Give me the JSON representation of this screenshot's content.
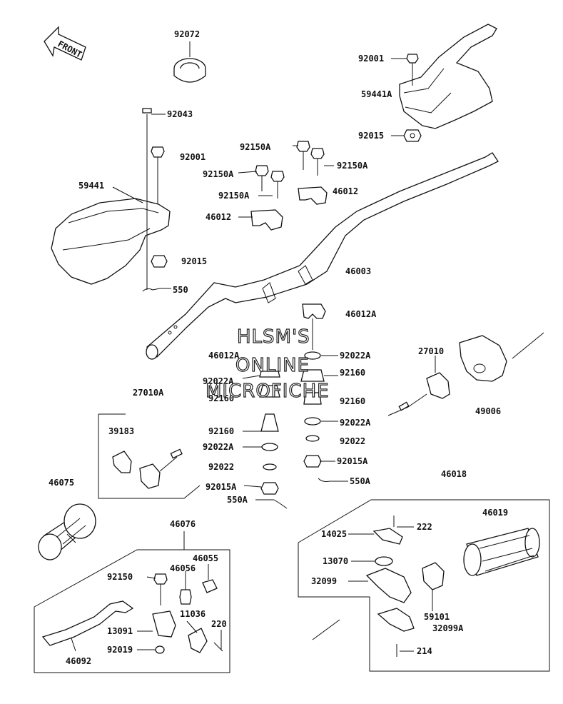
{
  "front_label": "FRONT",
  "watermark": [
    "HLSM'S",
    "ONLINE",
    "MICROFICHE"
  ],
  "labels": {
    "p92072": "92072",
    "p92001a": "92001",
    "p59441A": "59441A",
    "p92015a": "92015",
    "p92043": "92043",
    "p92001b": "92001",
    "p92150A_1": "92150A",
    "p92150A_2": "92150A",
    "p92150A_3": "92150A",
    "p92150A_4": "92150A",
    "p46012_1": "46012",
    "p46012_2": "46012",
    "p59441": "59441",
    "p92015b": "92015",
    "p550": "550",
    "p46003": "46003",
    "p46012A_1": "46012A",
    "p46012A_2": "46012A",
    "p92022A_1": "92022A",
    "p92160_1": "92160",
    "p92022A_2": "92022A",
    "p92160_2": "92160",
    "p92160_3": "92160",
    "p92022A_3": "92022A",
    "p92160_4": "92160",
    "p92022_1": "92022",
    "p92022A_4": "92022A",
    "p92022_2": "92022",
    "p92015A_1": "92015A",
    "p92015A_2": "92015A",
    "p550A_1": "550A",
    "p550A_2": "550A",
    "p27010": "27010",
    "p49006": "49006",
    "p46018": "46018",
    "p27010A": "27010A",
    "p39183": "39183",
    "p46075": "46075",
    "p46076": "46076",
    "p46055": "46055",
    "p46056": "46056",
    "p92150": "92150",
    "p11036": "11036",
    "p220": "220",
    "p13091": "13091",
    "p92019": "92019",
    "p46092": "46092",
    "p46019": "46019",
    "p14025": "14025",
    "p222": "222",
    "p13070": "13070",
    "p32099": "32099",
    "p59101": "59101",
    "p32099A": "32099A",
    "p214": "214"
  }
}
